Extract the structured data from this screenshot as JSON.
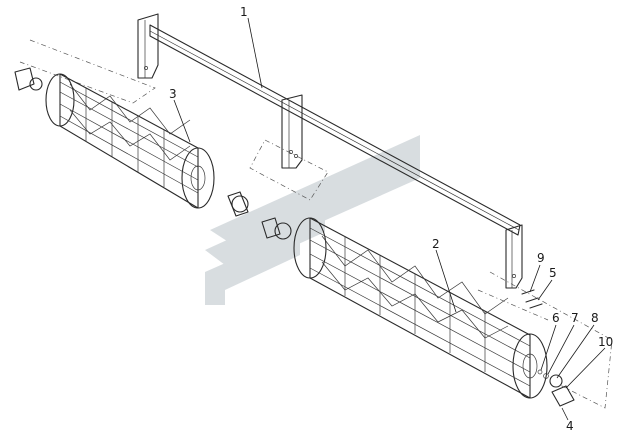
{
  "callouts": [
    {
      "id": "1",
      "text": "1"
    },
    {
      "id": "2",
      "text": "2"
    },
    {
      "id": "3",
      "text": "3"
    },
    {
      "id": "4",
      "text": "4"
    },
    {
      "id": "5",
      "text": "5"
    },
    {
      "id": "6",
      "text": "6"
    },
    {
      "id": "7",
      "text": "7"
    },
    {
      "id": "8",
      "text": "8"
    },
    {
      "id": "9",
      "text": "9"
    },
    {
      "id": "10",
      "text": "10"
    }
  ],
  "colors": {
    "line": "#2a2a2a",
    "watermark": "#b9c2c8",
    "background": "#ffffff"
  }
}
